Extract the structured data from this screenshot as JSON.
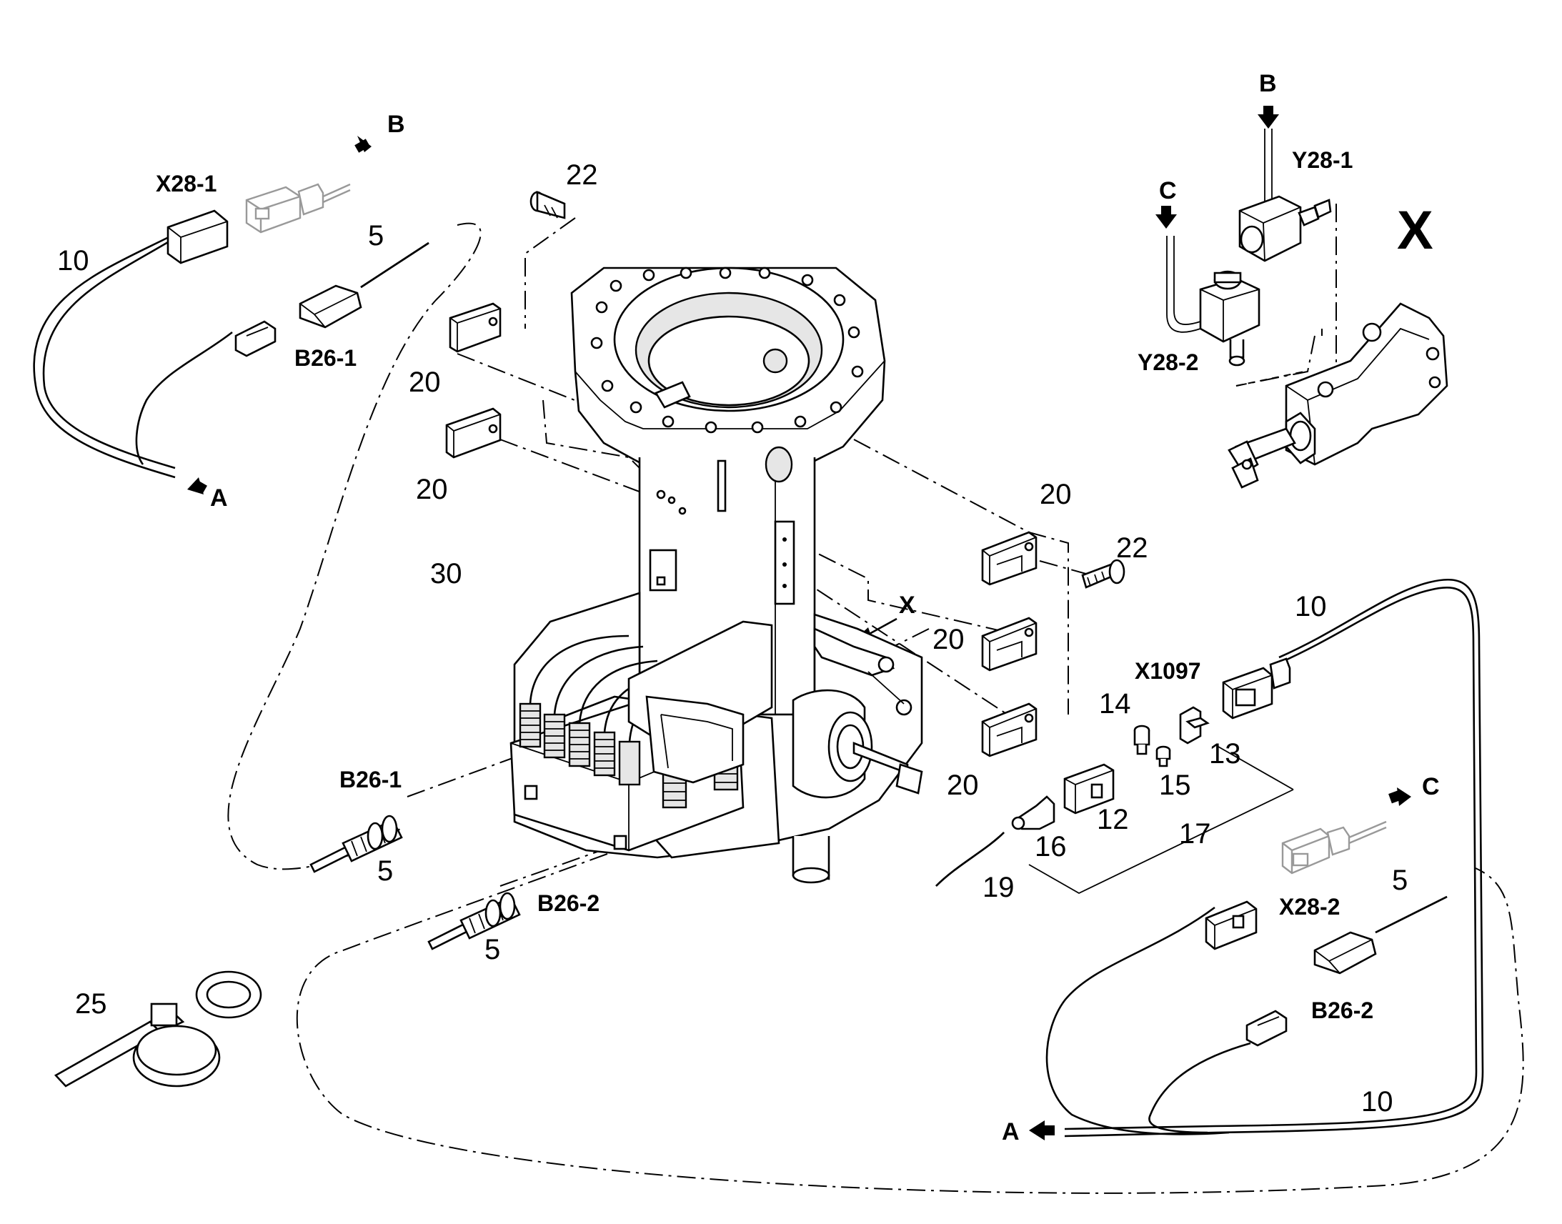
{
  "labels": {
    "x28_1": "X28-1",
    "b26_1_top": "B26-1",
    "b26_1_sensor": "B26-1",
    "b26_2_sensor": "B26-2",
    "b26_2_right": "B26-2",
    "x28_2": "X28-2",
    "y28_1": "Y28-1",
    "y28_2": "Y28-2",
    "x1097": "X1097",
    "arrow_a_top": "A",
    "arrow_a_bottom": "A",
    "arrow_b_top": "B",
    "arrow_b_detail": "B",
    "arrow_c_detail": "C",
    "arrow_c_right": "C",
    "detail_x": "X",
    "view_x": "X"
  },
  "item_numbers": {
    "n10_topleft": "10",
    "n5_top": "5",
    "n22_top": "22",
    "n20_a": "20",
    "n20_b": "20",
    "n20_c": "20",
    "n20_d": "20",
    "n20_e": "20",
    "n22_right": "22",
    "n30": "30",
    "n5_left": "5",
    "n5_mid": "5",
    "n25": "25",
    "n10_right": "10",
    "n14": "14",
    "n13": "13",
    "n15": "15",
    "n12": "12",
    "n16": "16",
    "n17": "17",
    "n19": "19",
    "n5_right": "5",
    "n10_bottom": "10"
  },
  "icons": {
    "direction_arrow": "arrow-icon",
    "connector": "connector-icon",
    "sensor": "sensor-icon",
    "valve": "solenoid-valve-icon",
    "clamp": "cable-clamp-icon"
  }
}
